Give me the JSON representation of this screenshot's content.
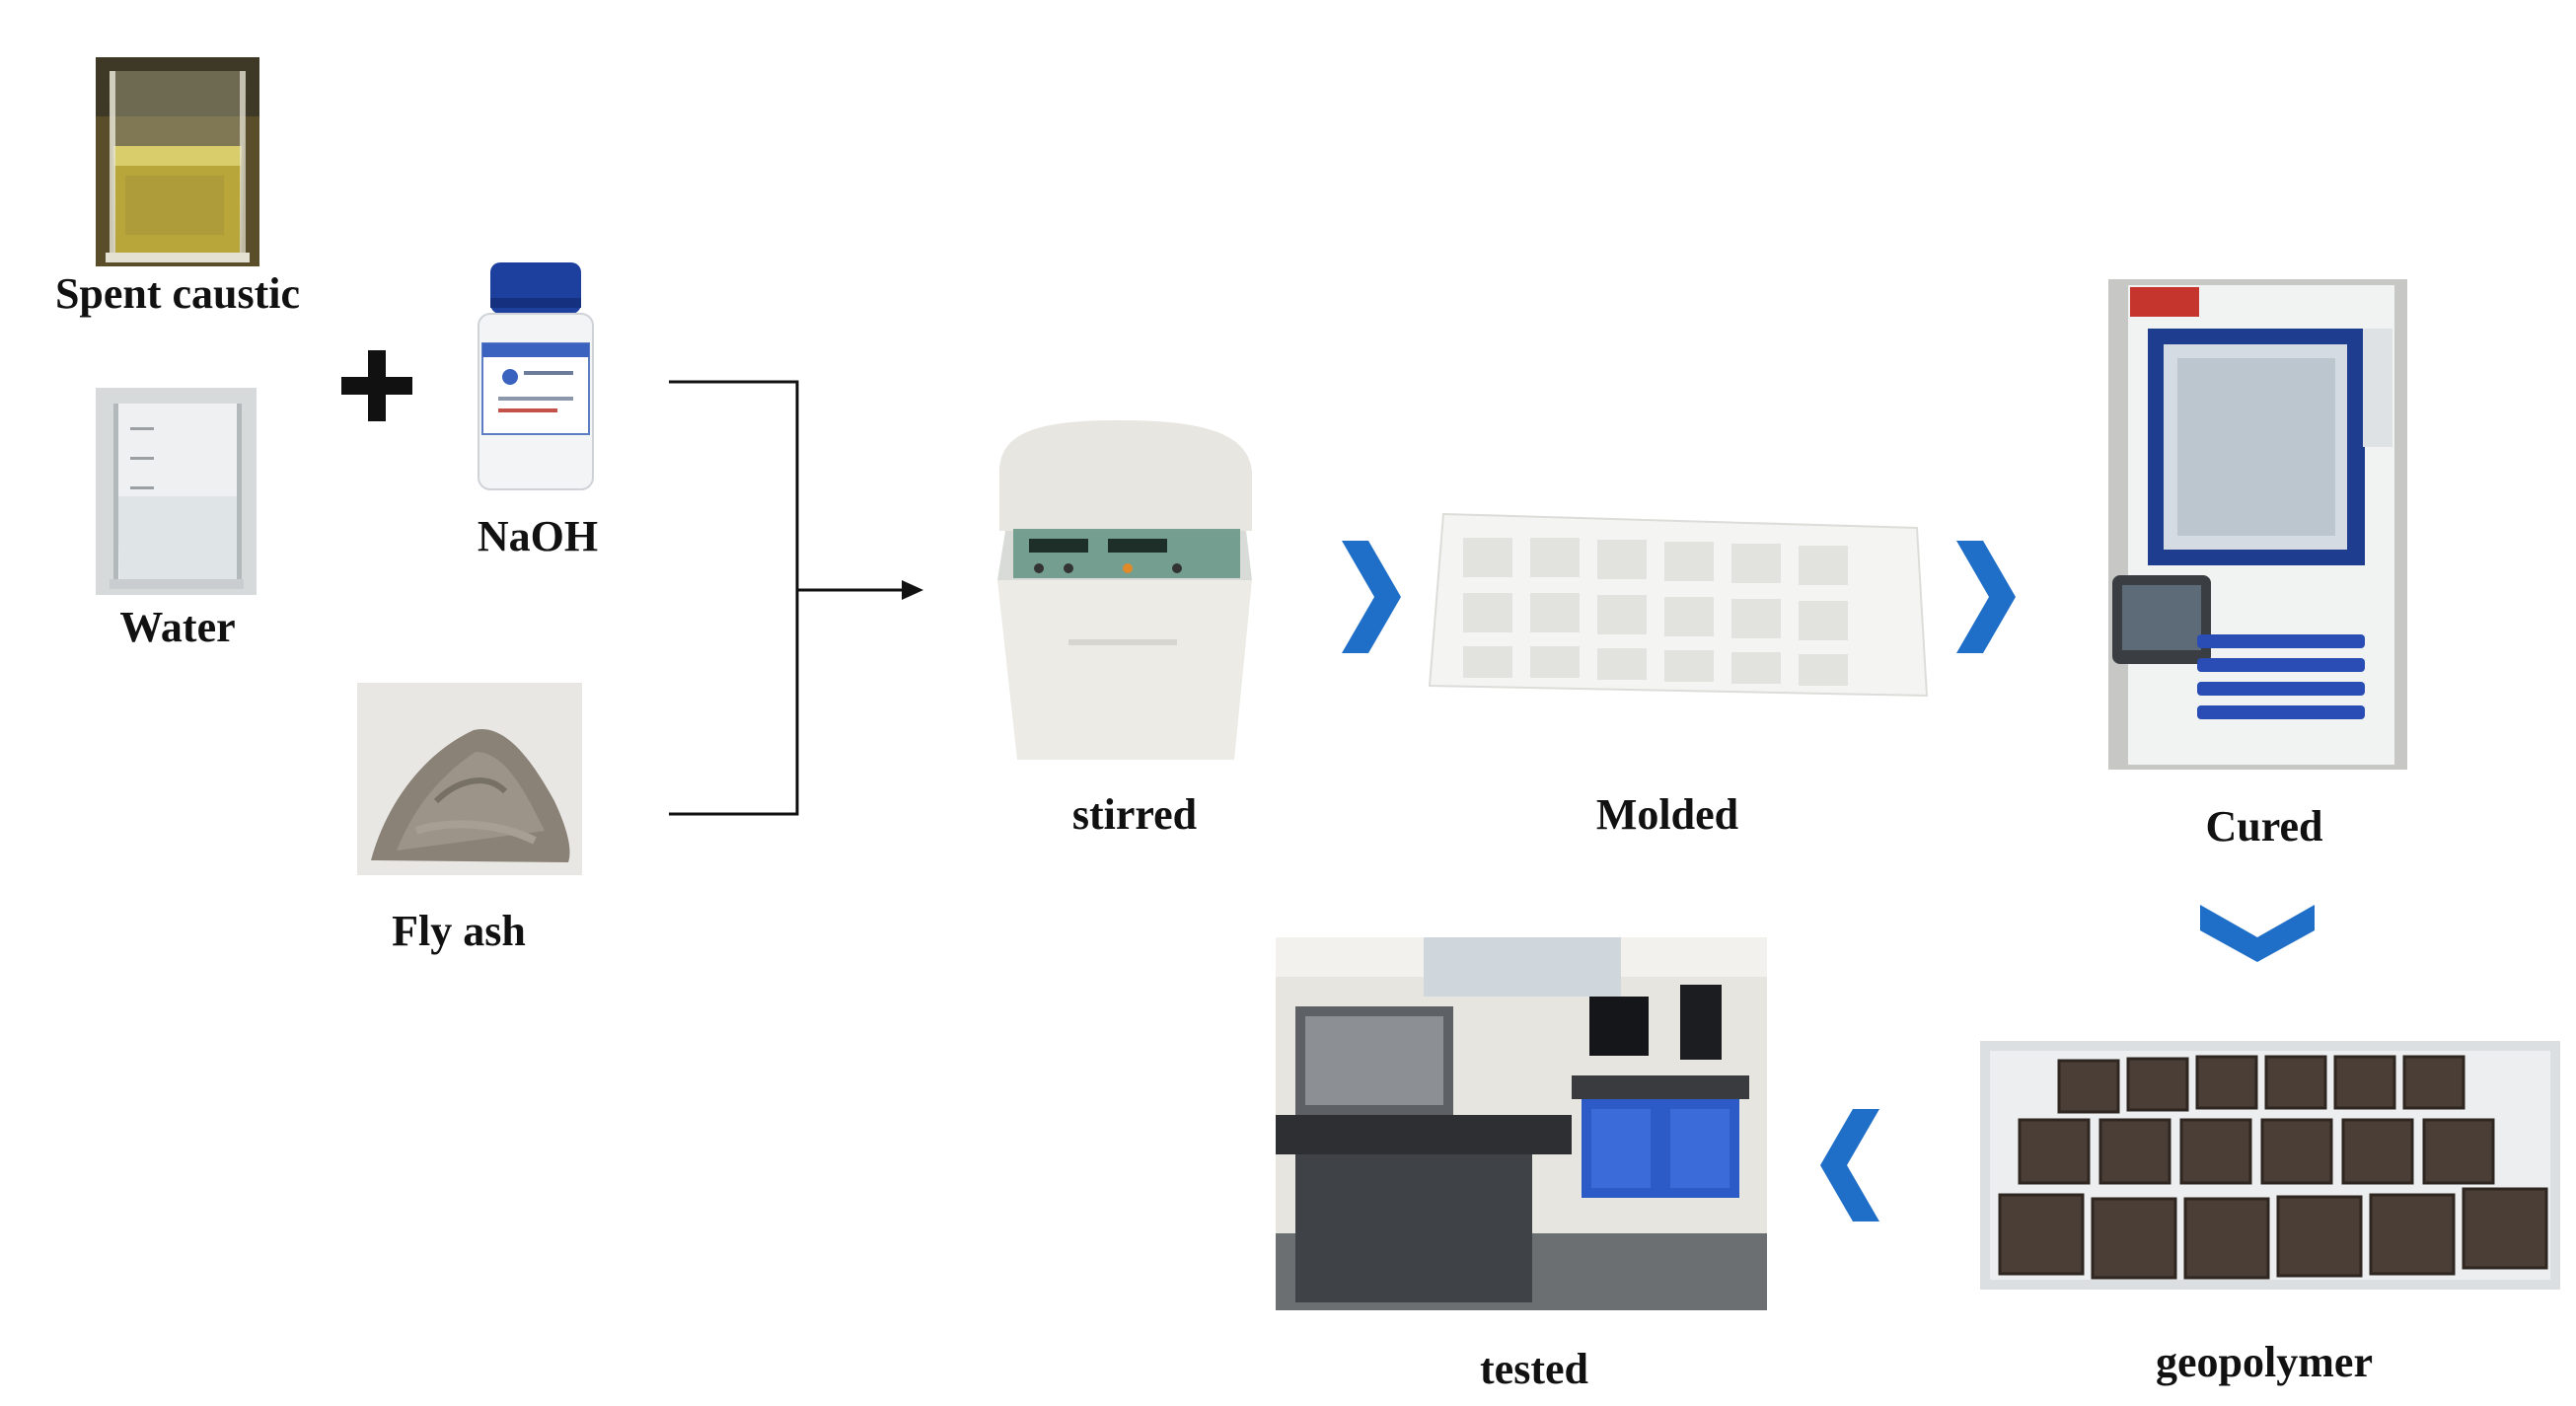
{
  "labels": {
    "spent_caustic": "Spent caustic",
    "water": "Water",
    "naoh": "NaOH",
    "fly_ash": "Fly ash",
    "stirred": "stirred",
    "molded": "Molded",
    "cured": "Cured",
    "geopolymer": "geopolymer",
    "tested": "tested"
  },
  "colors": {
    "chevron": "#1f6fc9",
    "line": "#111111",
    "label": "#111111"
  },
  "icons": {
    "plus": "plus-icon",
    "arrow": "arrow-right-icon",
    "chevron_right": "chevron-right-icon",
    "chevron_down": "chevron-down-icon",
    "chevron_left": "chevron-left-icon"
  }
}
